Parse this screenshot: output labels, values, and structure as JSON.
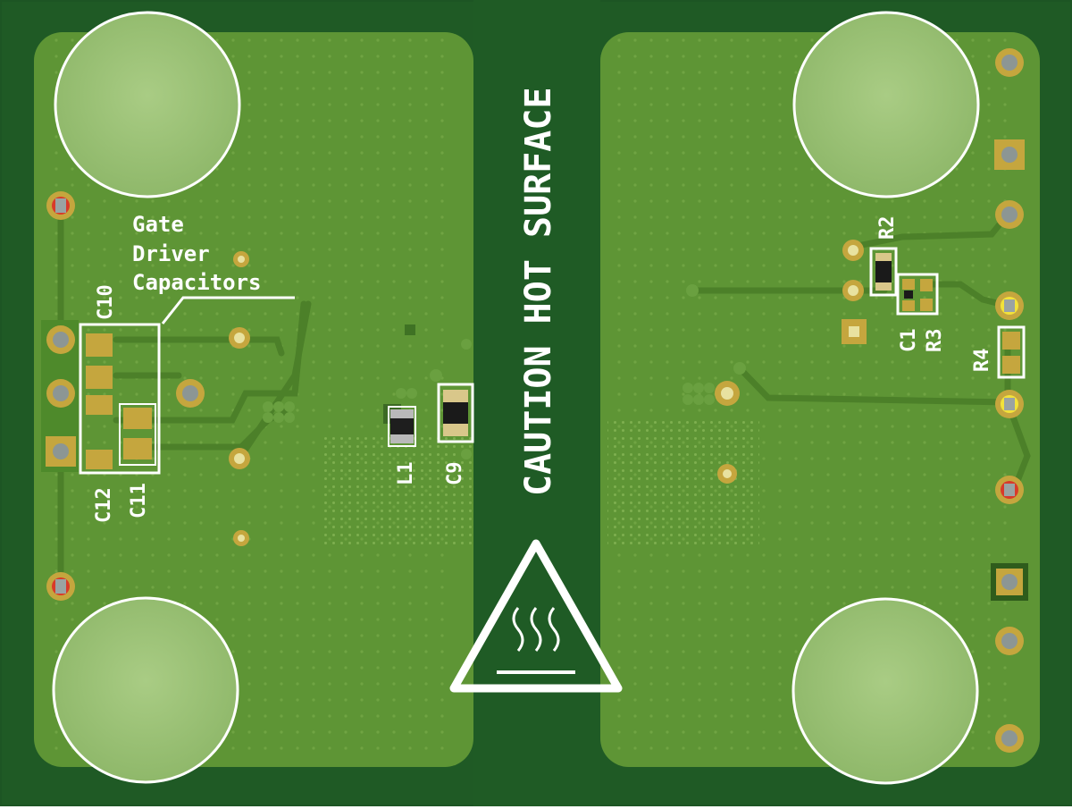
{
  "silkscreen": {
    "warning_text": "CAUTION HOT SURFACE",
    "group_label": [
      "Gate",
      "Driver",
      "Capacitors"
    ],
    "refdes": {
      "c10": "C10",
      "c11": "C11",
      "c12": "C12",
      "l1": "L1",
      "c9": "C9",
      "r2": "R2",
      "c1": "C1",
      "r3": "R3",
      "r4": "R4"
    }
  },
  "colors": {
    "board_edge": "#1d5524",
    "channel": "#1f5b25",
    "copper_pour": "#5e9535",
    "trace": "#4c8029",
    "pad_gold": "#c5a63e",
    "silkscreen": "#ffffff",
    "mounting_hole": "#a1c47c"
  },
  "icons": {
    "warning_symbol": "hot-surface-warning-icon"
  }
}
